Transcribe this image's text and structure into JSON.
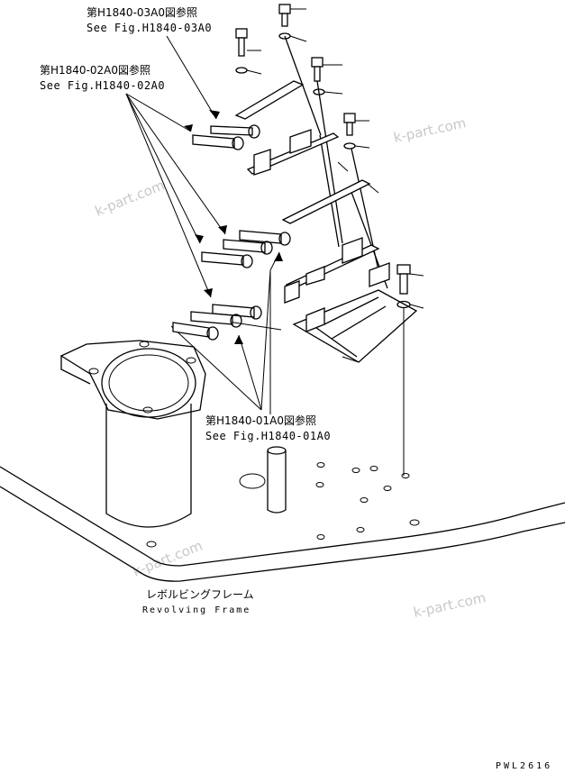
{
  "refs": {
    "fig03_jp": "第H1840-03A0図参照",
    "fig03_en": "See Fig.H1840-03A0",
    "fig02_jp": "第H1840-02A0図参照",
    "fig02_en": "See Fig.H1840-02A0",
    "fig01_jp": "第H1840-01A0図参照",
    "fig01_en": "See Fig.H1840-01A0"
  },
  "frame_label": {
    "jp": "レボルビングフレーム",
    "en": "Revolving Frame"
  },
  "watermarks": [
    "k-part.com",
    "k-part.com",
    "k-part.com",
    "k-part.com"
  ],
  "drawing_code": "PWL2616"
}
